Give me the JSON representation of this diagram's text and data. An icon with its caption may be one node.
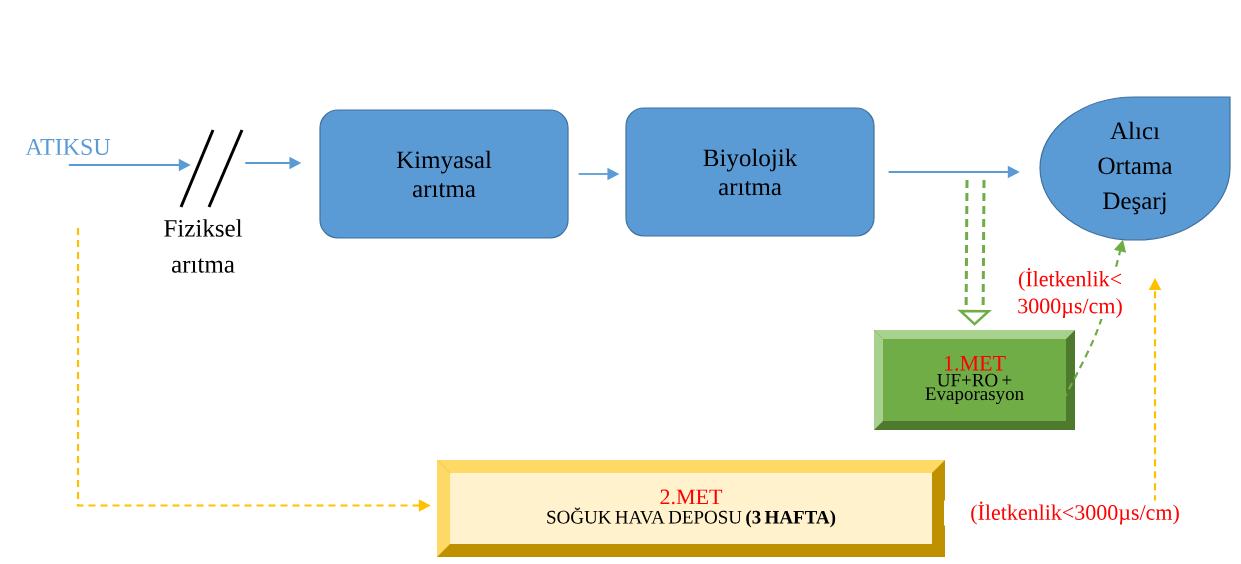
{
  "diagram": {
    "nodes": [
      {
        "text": [
          "ATIKSU"
        ]
      },
      {
        "text": [
          "Fiziksel arıtma"
        ]
      },
      {
        "text": [
          "Kimyasal arıtma"
        ]
      },
      {
        "text": [
          "Biyolojik arıtma"
        ]
      },
      {
        "text": [
          "Alıcı Ortama Deşarj"
        ]
      },
      {
        "text": [
          "1.MET",
          "UF+RO + Evaporasyon"
        ]
      },
      {
        "text": [
          "2.MET",
          "SOĞUK HAVA DEPOSU **(3 HAFTA)**"
        ]
      }
    ],
    "edges": [
      {
        "from": 0,
        "to": 1,
        "arrow": "to",
        "color": "#5b9bd5"
      },
      {
        "from": 1,
        "to": 2,
        "arrow": "to",
        "color": "#5b9bd5"
      },
      {
        "from": 2,
        "to": 3,
        "arrow": "to",
        "color": "#5b9bd5"
      },
      {
        "from": 3,
        "to": 4,
        "arrow": "to",
        "color": "#5b9bd5"
      },
      {
        "from": null,
        "to": 5,
        "arrow": "to",
        "style": "dashed",
        "color": "#70ad47"
      },
      {
        "from": 5,
        "to": 4,
        "arrow": "to",
        "style": "dashed",
        "color": "#70ad47",
        "label": "(İletkenlik< 3000µs/cm)"
      },
      {
        "from": 0,
        "to": 6,
        "arrow": "to",
        "style": "dashed",
        "color": "#ffc000"
      },
      {
        "from": 6,
        "to": 4,
        "arrow": "to",
        "style": "dashed",
        "color": "#ffc000",
        "label": "(İletkenlik<3000µs/cm)"
      }
    ]
  }
}
